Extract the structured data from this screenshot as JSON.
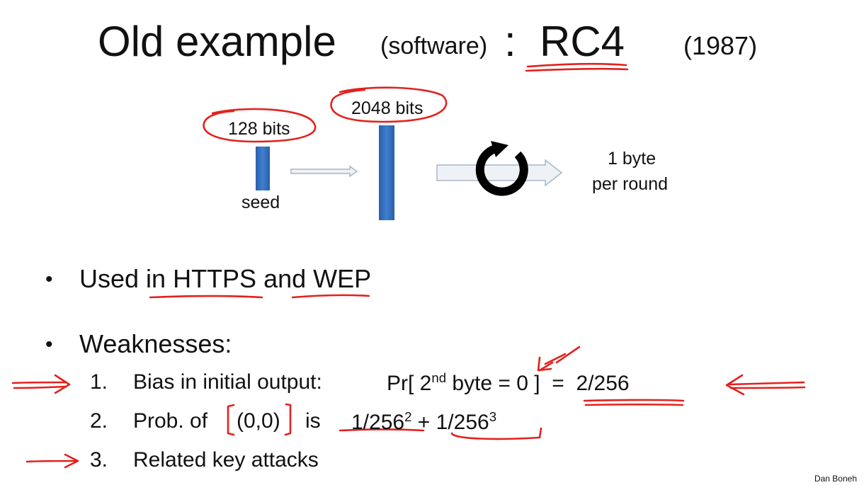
{
  "title": {
    "main": "Old example",
    "qualifier": "(software)",
    "colon": ":",
    "name": "RC4",
    "year": "(1987)"
  },
  "diagram": {
    "seed_size": "128 bits",
    "seed_label": "seed",
    "state_size": "2048 bits",
    "output_rate_line1": "1 byte",
    "output_rate_line2": "per round"
  },
  "bullets": [
    "Used in HTTPS and WEP",
    "Weaknesses:"
  ],
  "weaknesses": [
    {
      "num": "1.",
      "label": "Bias in initial output:",
      "f_pre": "Pr[ 2",
      "f_sup": "nd",
      "f_post": " byte = 0 ]  =  2/256"
    },
    {
      "num": "2.",
      "label": "Prob. of",
      "f_pair": "(0,0)",
      "f_is": "is",
      "f_a": "1/256",
      "f_a_sup": "2",
      "f_plus": " + ",
      "f_b": "1/256",
      "f_b_sup": "3"
    },
    {
      "num": "3.",
      "label": "Related key attacks"
    }
  ],
  "credit": "Dan Boneh",
  "colors": {
    "ink": "#e3211d",
    "bar": "#3a74c4"
  }
}
